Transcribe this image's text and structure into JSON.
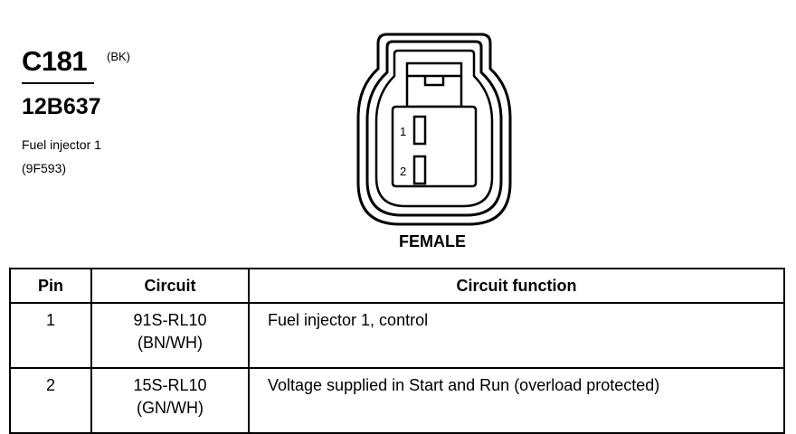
{
  "connector": {
    "id": "C181",
    "color": "(BK)",
    "part_number": "12B637",
    "component_name": "Fuel injector 1",
    "component_code": "(9F593)",
    "gender": "FEMALE",
    "pin_labels": [
      "1",
      "2"
    ]
  },
  "table": {
    "headers": {
      "pin": "Pin",
      "circuit": "Circuit",
      "function": "Circuit function"
    },
    "rows": [
      {
        "pin": "1",
        "circuit": "91S-RL10",
        "wire_color": "(BN/WH)",
        "function": "Fuel injector 1, control"
      },
      {
        "pin": "2",
        "circuit": "15S-RL10",
        "wire_color": "(GN/WH)",
        "function": "Voltage supplied in Start and Run (overload protected)"
      }
    ]
  }
}
